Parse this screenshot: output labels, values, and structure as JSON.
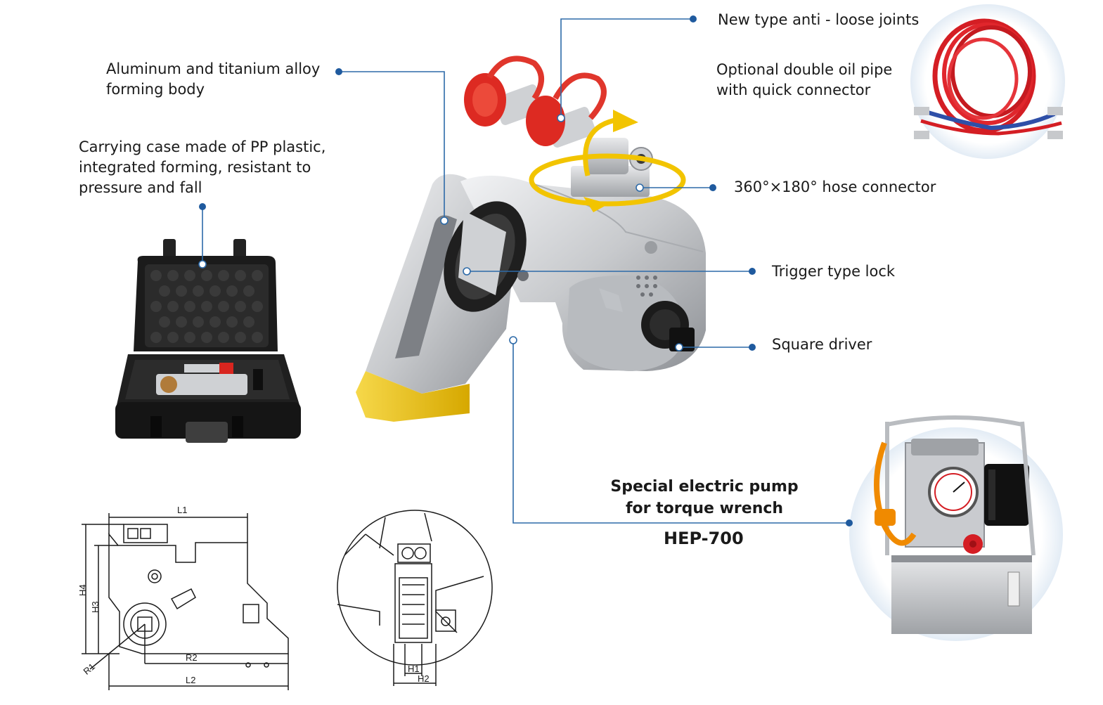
{
  "callouts": {
    "aluminum_body": [
      "Aluminum and titanium alloy",
      "forming body"
    ],
    "carrying_case": [
      "Carrying case made of PP plastic,",
      "integrated forming, resistant to",
      "pressure and fall"
    ],
    "anti_loose": "New type anti - loose joints",
    "oil_pipe": [
      "Optional double oil pipe",
      "with quick connector"
    ],
    "hose_connector": "360°×180° hose connector",
    "trigger_lock": "Trigger type lock",
    "square_driver": "Square driver"
  },
  "pump": {
    "title": [
      "Special electric pump",
      "for torque wrench"
    ],
    "model": "HEP-700"
  },
  "drawing_labels": {
    "side": [
      "L1",
      "H4",
      "H3",
      "R2",
      "R1",
      "L2"
    ],
    "front": [
      "H1",
      "H2"
    ]
  },
  "colors": {
    "leader_line": "#2d6aa8",
    "dot": "#1f5a9e",
    "accent_yellow": "#f2c400",
    "accent_red": "#d8251f",
    "metal": "#c9cbcf"
  }
}
